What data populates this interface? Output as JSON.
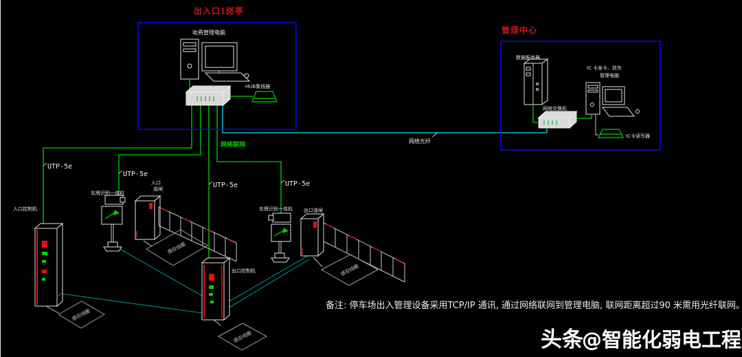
{
  "booth": {
    "title": "出入口1岗亭",
    "pc_label": "收费管理电脑",
    "hub_label": "HUB集线器"
  },
  "center": {
    "title": "管理中心",
    "server_label": "数据服务器",
    "pc_label_1": "IC 卡发卡、挂失",
    "pc_label_2": "管理电脑",
    "switch_label": "网络交换机",
    "reader_label": "IC卡读写器"
  },
  "links": {
    "lan_label": "网络联网",
    "fiber_label": "网络光纤",
    "utp_label": "UTP-5e"
  },
  "lanes": {
    "entry_machine_label": "入口控制机",
    "entry_gate_line1": "入口",
    "entry_gate_line2": "道闸",
    "camera_label": "车牌识别一体机",
    "exit_machine_label": "出口控制机",
    "exit_gate_label": "出口道闸",
    "loop_label": "感应线圈"
  },
  "note": {
    "text": "备注: 停车场出入管理设备采用TCP/IP 通讯, 通过网络联网到管理电脑, 联网距离超过90 米需用光纤联网。"
  },
  "watermark": {
    "brand": "头条",
    "handle": "@智能化弱电工程"
  },
  "colors": {
    "line_green": "#00d400",
    "fiber_cyan": "#00dede",
    "loop_teal": "#008d8d",
    "frame_blue": "#0b0bdc",
    "title_red": "#cf1414",
    "background": "#000000"
  }
}
